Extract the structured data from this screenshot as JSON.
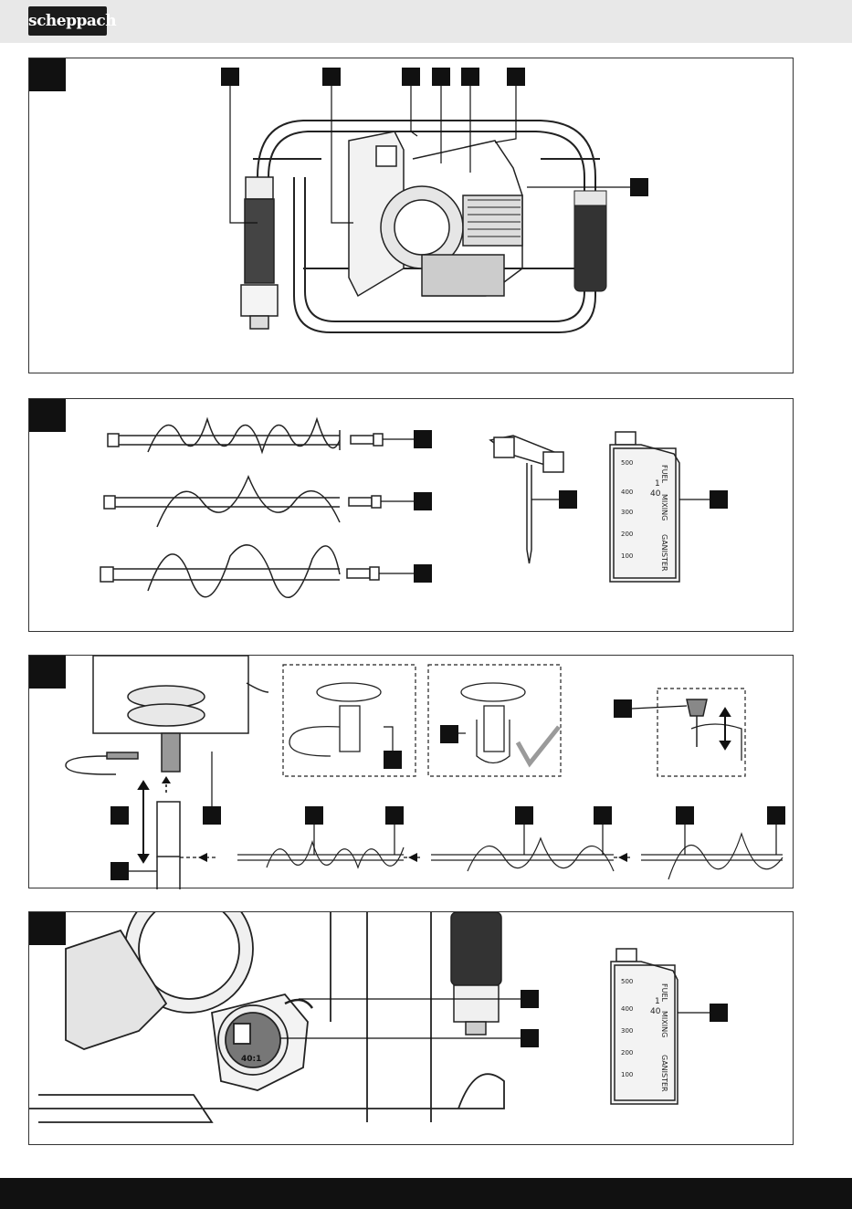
{
  "header": {
    "brand": "scheppach",
    "brand_bg": "#1c1c1c",
    "bar_bg": "#e8e8e8"
  },
  "figure1": {
    "callout_count": 7
  },
  "figure2": {
    "callout_count": 5,
    "canister": {
      "top_label": "FUEL",
      "middle_label": "MIXING",
      "bottom_label": "GANISTER",
      "ratio_top": "1",
      "ratio_bottom": "40",
      "scale": [
        "500",
        "400",
        "300",
        "200",
        "100"
      ]
    }
  },
  "figure3": {
    "callout_count": 11,
    "check_mark_color": "#9a9a9a"
  },
  "figure4": {
    "callout_count": 3,
    "cap_label": "40:1",
    "canister": {
      "top_label": "FUEL",
      "middle_label": "MIXING",
      "bottom_label": "GANISTER",
      "ratio_top": "1",
      "ratio_bottom": "40",
      "scale": [
        "500",
        "400",
        "300",
        "200",
        "100"
      ]
    }
  },
  "footer": {
    "bar_bg": "#111111"
  }
}
